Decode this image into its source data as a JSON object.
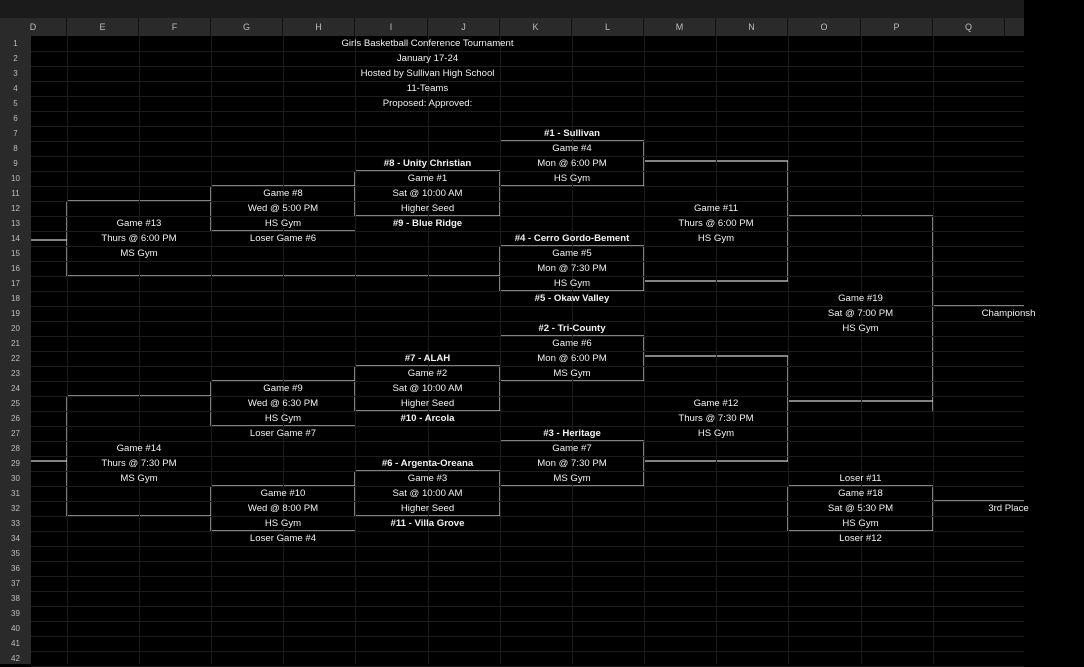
{
  "column_headers": [
    "D",
    "E",
    "F",
    "G",
    "H",
    "I",
    "J",
    "K",
    "L",
    "M",
    "N",
    "O",
    "P",
    "Q"
  ],
  "row_headers": [
    "1",
    "2",
    "3",
    "4",
    "5",
    "6",
    "7",
    "8",
    "9",
    "10",
    "11",
    "12",
    "13",
    "14",
    "15",
    "16",
    "17",
    "18",
    "19",
    "20",
    "21",
    "22",
    "23",
    "24",
    "25",
    "26",
    "27",
    "28",
    "29",
    "30",
    "31",
    "32",
    "33",
    "34",
    "35",
    "36",
    "37",
    "38",
    "39",
    "40",
    "41",
    "42"
  ],
  "header": {
    "title": "Girls Basketball Conference Tournament",
    "dates": "January 17-24",
    "host": "Hosted by Sullivan High School",
    "teams": "11-Teams",
    "status": "Proposed: Approved:"
  },
  "cells": [
    {
      "t": "#1 - Sullivan",
      "col": "KL",
      "row": 7,
      "b": true
    },
    {
      "t": "Game #4",
      "col": "KL",
      "row": 8
    },
    {
      "t": "Mon @ 6:00 PM",
      "col": "KL",
      "row": 9
    },
    {
      "t": "HS Gym",
      "col": "KL",
      "row": 10
    },
    {
      "t": "#8 - Unity Christian",
      "col": "IJ",
      "row": 9,
      "b": true
    },
    {
      "t": "Game #1",
      "col": "IJ",
      "row": 10
    },
    {
      "t": "Sat @ 10:00 AM",
      "col": "IJ",
      "row": 11
    },
    {
      "t": "Higher Seed",
      "col": "IJ",
      "row": 12
    },
    {
      "t": "#9 - Blue Ridge",
      "col": "IJ",
      "row": 13,
      "b": true
    },
    {
      "t": "Game #8",
      "col": "GH",
      "row": 11
    },
    {
      "t": "Wed @ 5:00 PM",
      "col": "GH",
      "row": 12
    },
    {
      "t": "HS Gym",
      "col": "GH",
      "row": 13
    },
    {
      "t": "Loser Game #6",
      "col": "GH",
      "row": 14
    },
    {
      "t": "Game #13",
      "col": "EF",
      "row": 13
    },
    {
      "t": "Thurs @ 6:00 PM",
      "col": "EF",
      "row": 14
    },
    {
      "t": "MS Gym",
      "col": "EF",
      "row": 15
    },
    {
      "t": "Game #11",
      "col": "MN",
      "row": 12
    },
    {
      "t": "Thurs @ 6:00 PM",
      "col": "MN",
      "row": 13
    },
    {
      "t": "HS Gym",
      "col": "MN",
      "row": 14
    },
    {
      "t": "#4 - Cerro Gordo-Bement",
      "col": "KL",
      "row": 14,
      "b": true
    },
    {
      "t": "Game #5",
      "col": "KL",
      "row": 15
    },
    {
      "t": "Mon @ 7:30 PM",
      "col": "KL",
      "row": 16
    },
    {
      "t": "HS Gym",
      "col": "KL",
      "row": 17
    },
    {
      "t": "#5 - Okaw Valley",
      "col": "KL",
      "row": 18,
      "b": true
    },
    {
      "t": "Game #19",
      "col": "OP",
      "row": 18
    },
    {
      "t": "Sat @ 7:00 PM",
      "col": "OP",
      "row": 19
    },
    {
      "t": "HS Gym",
      "col": "OP",
      "row": 20
    },
    {
      "t": "Championsh",
      "col": "QQ",
      "row": 19
    },
    {
      "t": "#2 - Tri-County",
      "col": "KL",
      "row": 20,
      "b": true
    },
    {
      "t": "Game #6",
      "col": "KL",
      "row": 21
    },
    {
      "t": "Mon @ 6:00 PM",
      "col": "KL",
      "row": 22
    },
    {
      "t": "MS Gym",
      "col": "KL",
      "row": 23
    },
    {
      "t": "#7 - ALAH",
      "col": "IJ",
      "row": 22,
      "b": true
    },
    {
      "t": "Game #2",
      "col": "IJ",
      "row": 23
    },
    {
      "t": "Sat @ 10:00 AM",
      "col": "IJ",
      "row": 24
    },
    {
      "t": "Higher Seed",
      "col": "IJ",
      "row": 25
    },
    {
      "t": "#10 - Arcola",
      "col": "IJ",
      "row": 26,
      "b": true
    },
    {
      "t": "Game #9",
      "col": "GH",
      "row": 24
    },
    {
      "t": "Wed @ 6:30 PM",
      "col": "GH",
      "row": 25
    },
    {
      "t": "HS Gym",
      "col": "GH",
      "row": 26
    },
    {
      "t": "Loser Game #7",
      "col": "GH",
      "row": 27
    },
    {
      "t": "Game #12",
      "col": "MN",
      "row": 25
    },
    {
      "t": "Thurs @ 7:30 PM",
      "col": "MN",
      "row": 26
    },
    {
      "t": "HS Gym",
      "col": "MN",
      "row": 27
    },
    {
      "t": "#3 - Heritage",
      "col": "KL",
      "row": 27,
      "b": true
    },
    {
      "t": "Game #7",
      "col": "KL",
      "row": 28
    },
    {
      "t": "Mon @ 7:30 PM",
      "col": "KL",
      "row": 29
    },
    {
      "t": "MS Gym",
      "col": "KL",
      "row": 30
    },
    {
      "t": "Game #14",
      "col": "EF",
      "row": 28
    },
    {
      "t": "Thurs @ 7:30 PM",
      "col": "EF",
      "row": 29
    },
    {
      "t": "MS Gym",
      "col": "EF",
      "row": 30
    },
    {
      "t": "#6 - Argenta-Oreana",
      "col": "IJ",
      "row": 29,
      "b": true
    },
    {
      "t": "Game #3",
      "col": "IJ",
      "row": 30
    },
    {
      "t": "Sat @ 10:00 AM",
      "col": "IJ",
      "row": 31
    },
    {
      "t": "Higher Seed",
      "col": "IJ",
      "row": 32
    },
    {
      "t": "#11 - Villa Grove",
      "col": "IJ",
      "row": 33,
      "b": true
    },
    {
      "t": "Game #10",
      "col": "GH",
      "row": 31
    },
    {
      "t": "Wed @ 8:00 PM",
      "col": "GH",
      "row": 32
    },
    {
      "t": "HS Gym",
      "col": "GH",
      "row": 33
    },
    {
      "t": "Loser Game #4",
      "col": "GH",
      "row": 34
    },
    {
      "t": "Loser #11",
      "col": "OP",
      "row": 30
    },
    {
      "t": "Game #18",
      "col": "OP",
      "row": 31
    },
    {
      "t": "Sat @ 5:30 PM",
      "col": "OP",
      "row": 32
    },
    {
      "t": "HS Gym",
      "col": "OP",
      "row": 33
    },
    {
      "t": "Loser #12",
      "col": "OP",
      "row": 34
    },
    {
      "t": "3rd Place",
      "col": "QQ",
      "row": 32
    }
  ],
  "colors": {
    "background": "#000000",
    "header": "#2a2a2a",
    "gridline": "#1c1c1c",
    "bracket": "#d0d0d0"
  }
}
